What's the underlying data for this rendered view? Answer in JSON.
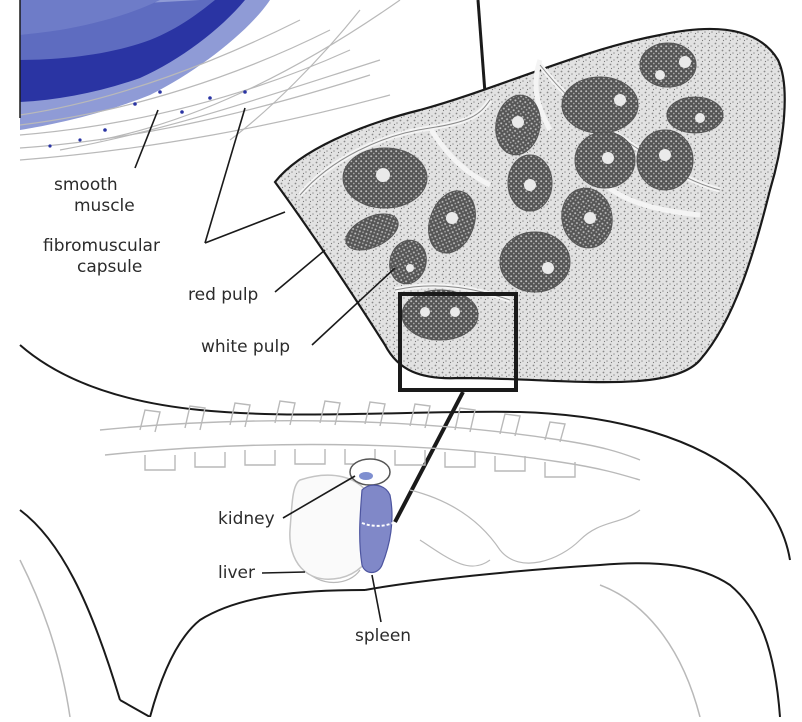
{
  "colors": {
    "muscle_light": "#7f8fd0",
    "muscle_mid": "#4f5fb8",
    "muscle_dark": "#2a34a3",
    "spleen": "#8088c8",
    "tissue": "#cfcfcf",
    "ink": "#1a1a1a"
  },
  "labels": {
    "smooth_muscle": [
      "smooth",
      "muscle"
    ],
    "fibromuscular_capsule": [
      "fibromuscular",
      "capsule"
    ],
    "red_pulp": "red pulp",
    "white_pulp": "white pulp",
    "kidney": "kidney",
    "liver": "liver",
    "spleen": "spleen"
  }
}
